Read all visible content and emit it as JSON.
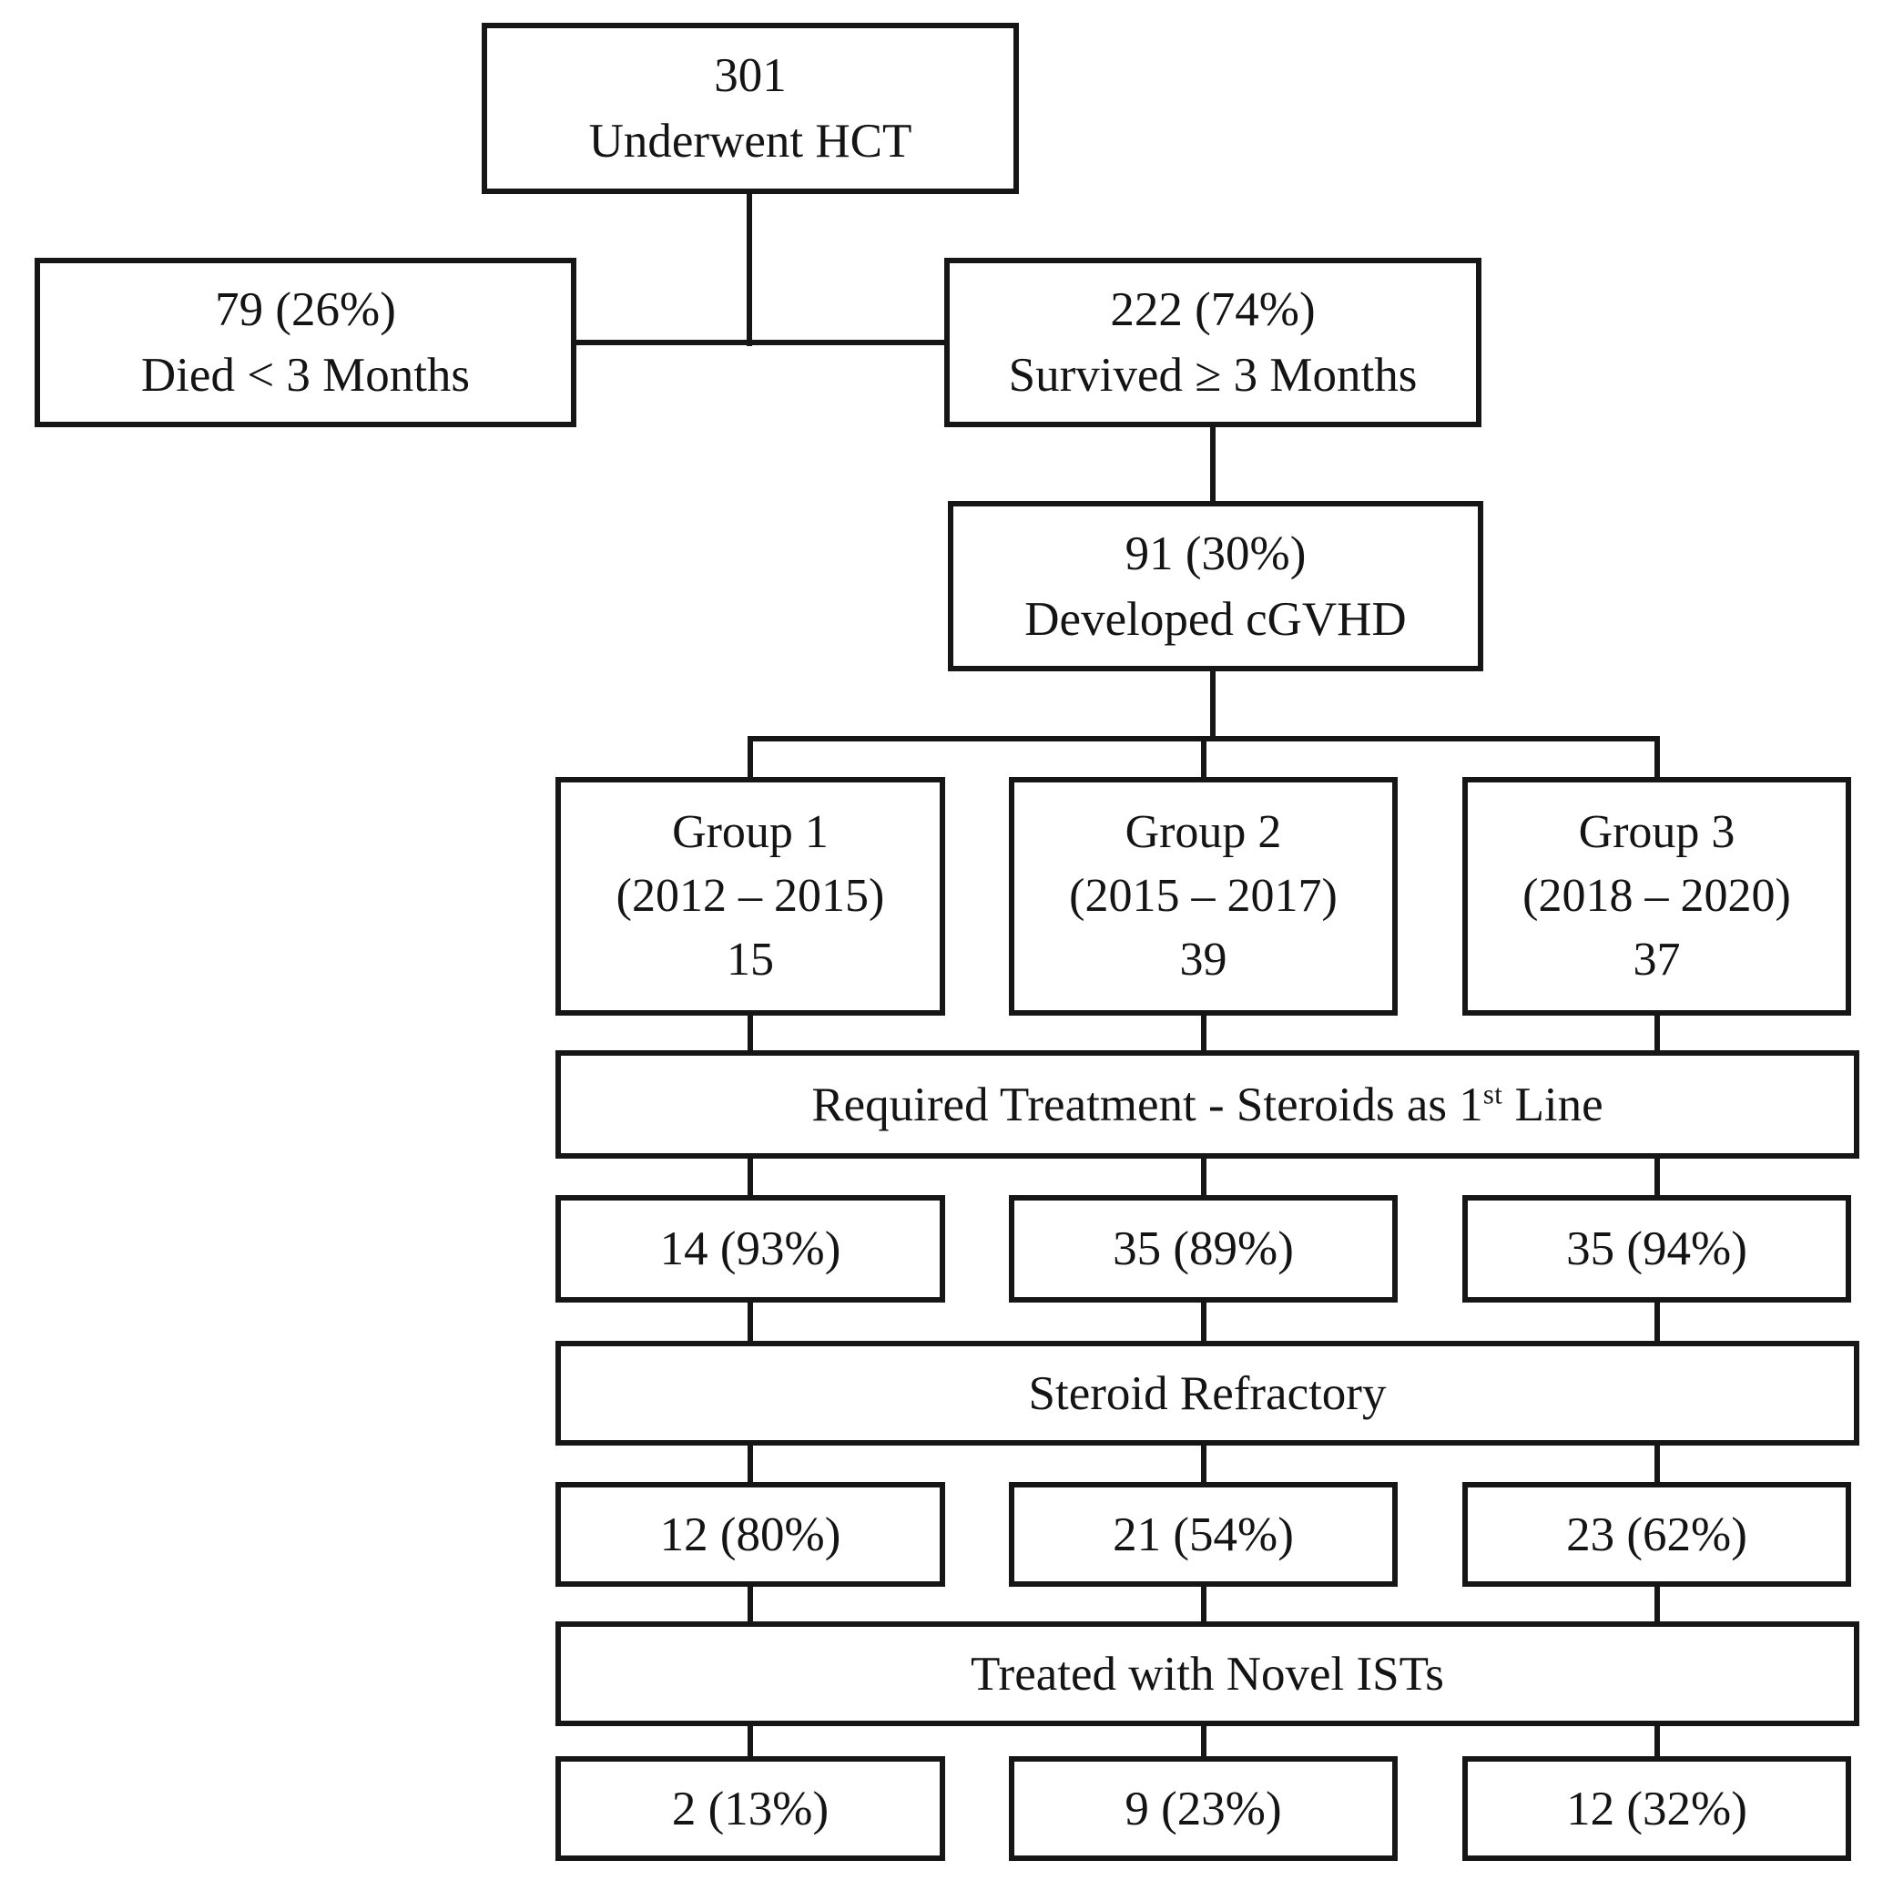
{
  "colors": {
    "background": "#ffffff",
    "line": "#161616",
    "text": "#141414"
  },
  "flow": {
    "nodes": {
      "underwent_hct": {
        "count": "301",
        "label": "Underwent HCT"
      },
      "died": {
        "count": "79 (26%)",
        "label": "Died < 3 Months"
      },
      "survived": {
        "count": "222 (74%)",
        "label": "Survived ≥ 3 Months"
      },
      "developed_cgvhd": {
        "count": "91 (30%)",
        "label": "Developed cGVHD"
      }
    },
    "groups": [
      {
        "name": "Group 1",
        "years": "(2012 – 2015)",
        "count": "15"
      },
      {
        "name": "Group 2",
        "years": "(2015 – 2017)",
        "count": "39"
      },
      {
        "name": "Group 3",
        "years": "(2018 – 2020)",
        "count": "37"
      }
    ],
    "stages": {
      "first_line": {
        "label_prefix": "Required Treatment - Steroids as 1",
        "superscript": "st",
        "label_suffix": " Line",
        "counts": [
          "14 (93%)",
          "35 (89%)",
          "35 (94%)"
        ]
      },
      "refractory": {
        "label": "Steroid Refractory",
        "counts": [
          "12 (80%)",
          "21 (54%)",
          "23 (62%)"
        ]
      },
      "novel_ists": {
        "label": "Treated with Novel ISTs",
        "counts": [
          "2 (13%)",
          "9 (23%)",
          "12 (32%)"
        ]
      }
    },
    "edges": [
      {
        "from": "underwent_hct",
        "to": "died"
      },
      {
        "from": "underwent_hct",
        "to": "survived"
      },
      {
        "from": "survived",
        "to": "developed_cgvhd"
      },
      {
        "from": "developed_cgvhd",
        "to": "group_1"
      },
      {
        "from": "developed_cgvhd",
        "to": "group_2"
      },
      {
        "from": "developed_cgvhd",
        "to": "group_3"
      },
      {
        "from": "groups",
        "to": "first_line_band"
      },
      {
        "from": "first_line_band",
        "to": "first_line_counts"
      },
      {
        "from": "first_line_counts",
        "to": "refractory_band"
      },
      {
        "from": "refractory_band",
        "to": "refractory_counts"
      },
      {
        "from": "refractory_counts",
        "to": "novel_ists_band"
      },
      {
        "from": "novel_ists_band",
        "to": "novel_ists_counts"
      }
    ]
  }
}
